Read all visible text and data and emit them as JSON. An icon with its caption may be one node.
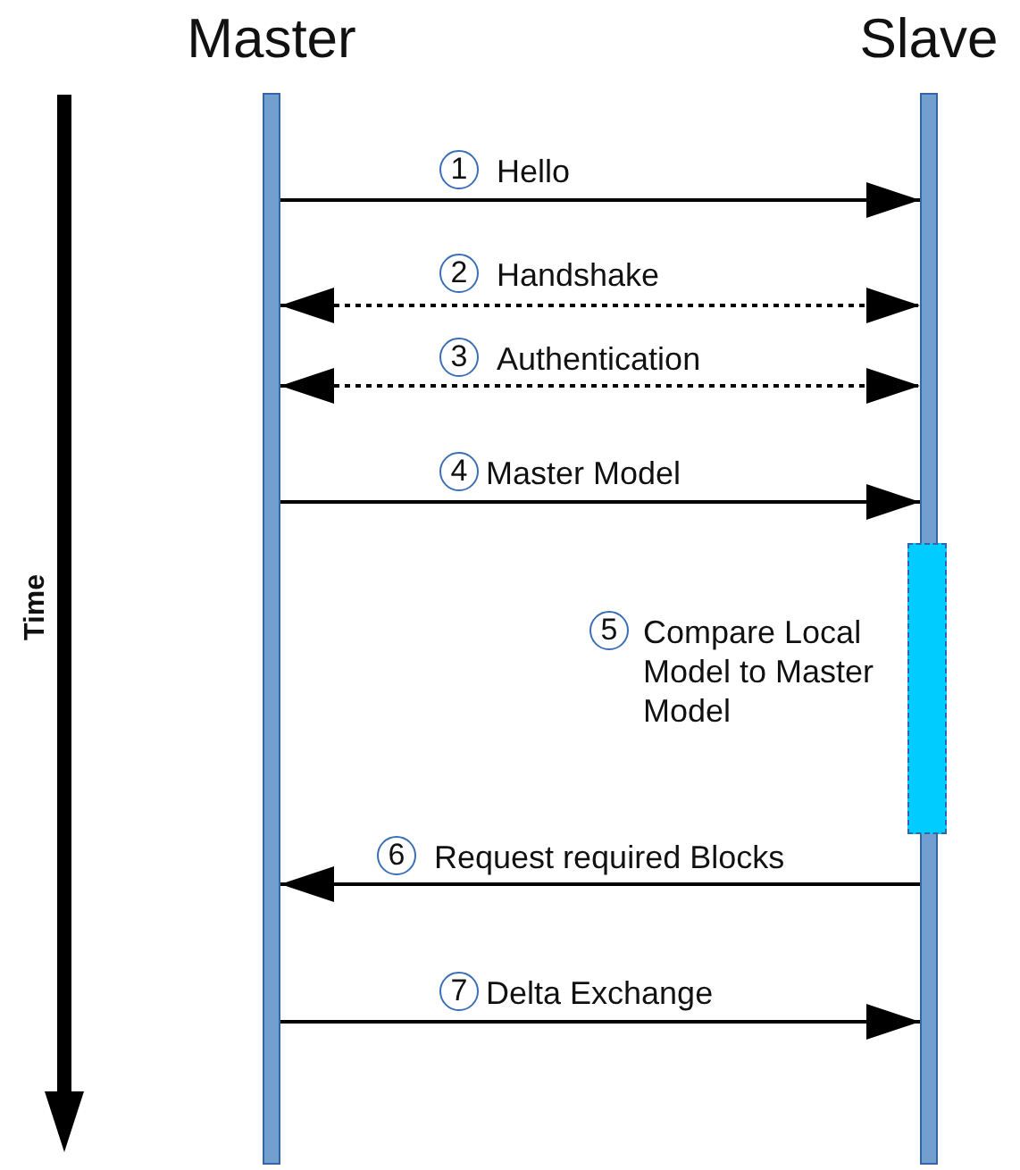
{
  "diagram": {
    "nodes": [
      {
        "text": [
          "Master"
        ]
      },
      {
        "text": [
          "Slave"
        ]
      },
      {
        "text": [],
        "shape": "bar",
        "beside": [
          "5",
          "Compare Local Model to Master Model"
        ]
      }
    ],
    "edges": [
      {
        "from": 0,
        "to": 1,
        "arrow": "to",
        "label": "Hello"
      },
      {
        "from": 0,
        "to": 1,
        "arrow": "both",
        "style": "dashed",
        "label": "Handshake"
      },
      {
        "from": 0,
        "to": 1,
        "arrow": "both",
        "style": "dashed",
        "label": "Authentication"
      },
      {
        "from": 0,
        "to": 1,
        "arrow": "to",
        "label": "Master Model"
      },
      {
        "from": 1,
        "to": 0,
        "arrow": "to",
        "label": "Request required Blocks"
      },
      {
        "from": 0,
        "to": 1,
        "arrow": "to",
        "label": "Delta Exchange"
      }
    ],
    "labels": [
      "Time",
      "1",
      "2",
      "3",
      "4",
      "6",
      "7"
    ]
  }
}
